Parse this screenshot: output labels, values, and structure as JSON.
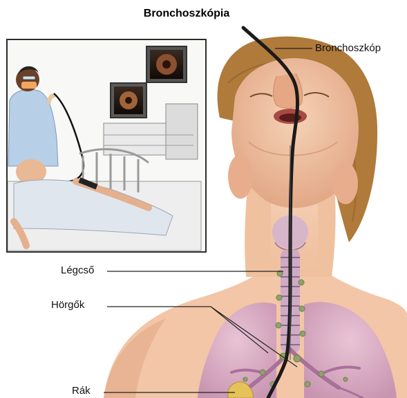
{
  "title": "Bronchoszkópia",
  "labels": {
    "bronchoscope": "Bronchoszkóp",
    "trachea": "Légcső",
    "bronchi": "Hörgők",
    "cancer": "Rák"
  },
  "colors": {
    "skin": "#f2c6a6",
    "skin_shadow": "#d99a78",
    "hair": "#b07a3a",
    "lung": "#d9a6c6",
    "lung_dark": "#b8779f",
    "trachea": "#c9a6c9",
    "node": "#8fa36a",
    "tumor": "#e6c25a",
    "tube": "#1a1a1a",
    "inset_border": "#2c2c2c",
    "inset_bg": "#ffffff",
    "label_line": "#222222"
  }
}
